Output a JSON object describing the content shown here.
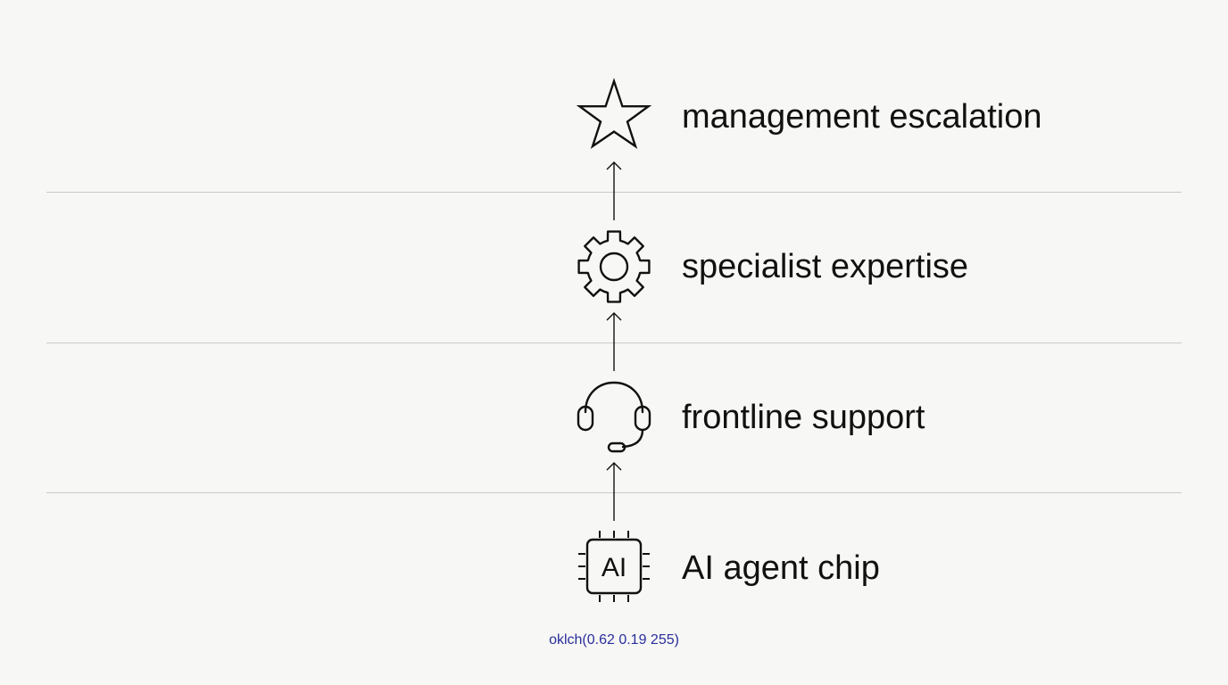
{
  "tiers": [
    {
      "label": "management escalation",
      "icon": "star-icon"
    },
    {
      "label": "specialist expertise",
      "icon": "gear-icon"
    },
    {
      "label": "frontline support",
      "icon": "headset-icon"
    },
    {
      "label": "AI agent chip",
      "icon": "ai-chip-icon",
      "icon_text": "AI"
    }
  ],
  "caption": "oklch(0.62 0.19 255)",
  "colors": {
    "background": "#f7f7f5",
    "text": "#111111",
    "divider": "#c9c9c9",
    "caption": "#2a2f9e"
  }
}
